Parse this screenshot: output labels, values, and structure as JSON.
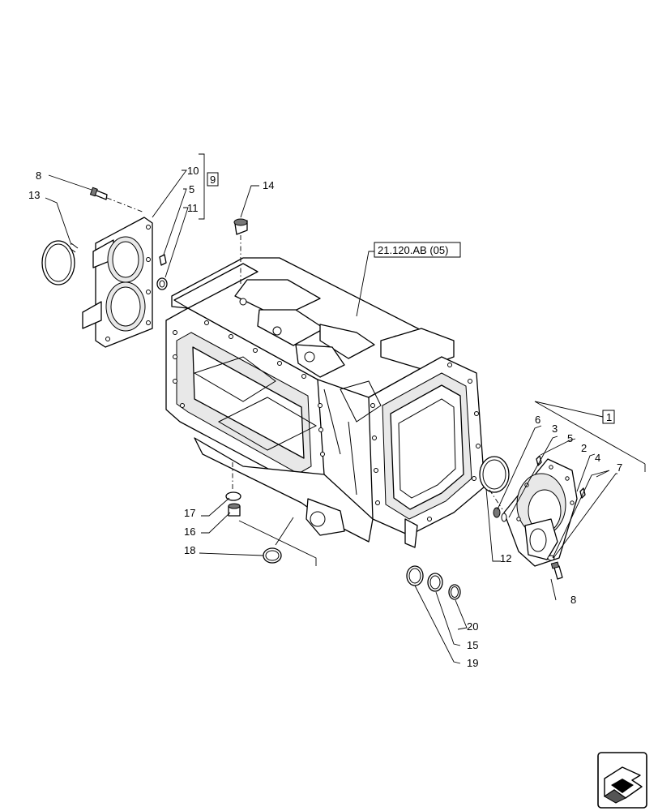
{
  "callouts": {
    "c8_top": "8",
    "c13": "13",
    "c10": "10",
    "c5_top": "5",
    "c11": "11",
    "c9": "9",
    "c14": "14",
    "c21": "21.120.AB (05)",
    "c1": "1",
    "c6": "6",
    "c3": "3",
    "c5_right": "5",
    "c2": "2",
    "c4": "4",
    "c7": "7",
    "c12": "12",
    "c8_bottom": "8",
    "c17": "17",
    "c16": "16",
    "c18": "18",
    "c20": "20",
    "c15": "15",
    "c19": "19"
  },
  "icons": {
    "corner": "navigation-arrow-icon"
  }
}
